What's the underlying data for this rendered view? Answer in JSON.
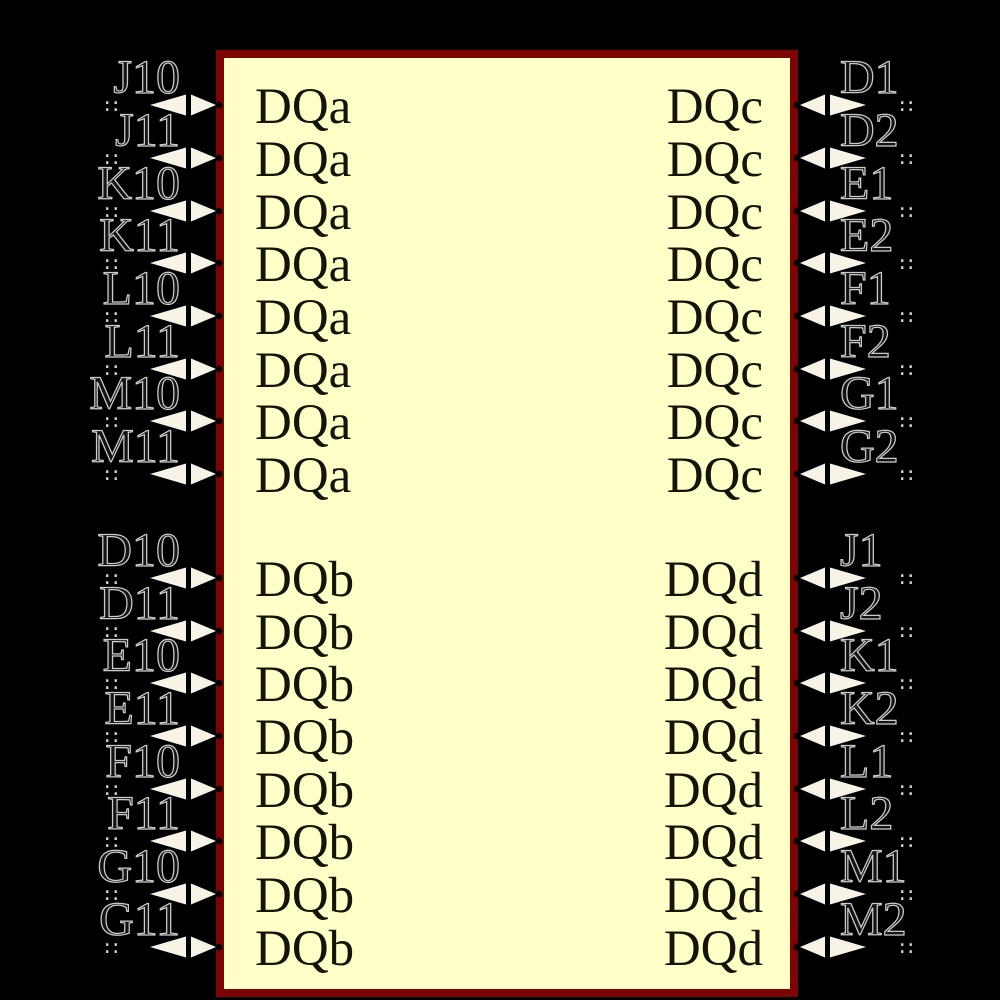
{
  "symbol": {
    "body_fill": "#ffffc8",
    "body_border_color": "#7d0404"
  },
  "colors": {
    "background": "#000000",
    "arrow": "#f7f3e7",
    "label_outline": "#cccccc",
    "pin_name_text": "#14140a",
    "marker": "#d0d0d0"
  },
  "marker_glyph": "::",
  "pin_groups": [
    {
      "id": "left-top",
      "side": "left",
      "pin_name": "DQa",
      "pins": [
        "J10",
        "J11",
        "K10",
        "K11",
        "L10",
        "L11",
        "M10",
        "M11"
      ]
    },
    {
      "id": "left-bottom",
      "side": "left",
      "pin_name": "DQb",
      "pins": [
        "D10",
        "D11",
        "E10",
        "E11",
        "F10",
        "F11",
        "G10",
        "G11"
      ]
    },
    {
      "id": "right-top",
      "side": "right",
      "pin_name": "DQc",
      "pins": [
        "D1",
        "D2",
        "E1",
        "E2",
        "F1",
        "F2",
        "G1",
        "G2"
      ]
    },
    {
      "id": "right-bottom",
      "side": "right",
      "pin_name": "DQd",
      "pins": [
        "J1",
        "J2",
        "K1",
        "K2",
        "L1",
        "L2",
        "M1",
        "M2"
      ]
    }
  ]
}
